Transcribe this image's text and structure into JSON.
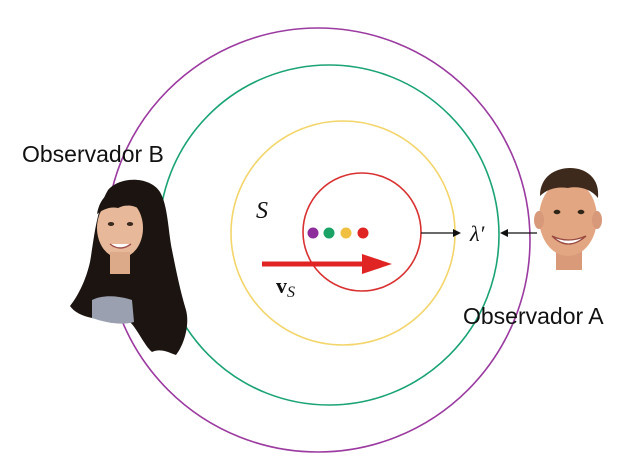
{
  "labels": {
    "observer_b": "Observador B",
    "observer_a": "Observador A",
    "source": "S",
    "wavelength": "λ′",
    "velocity_main": "v",
    "velocity_sub": "S"
  },
  "colors": {
    "outer_wave": "#9b3aa0",
    "second_wave": "#1aa374",
    "third_wave": "#f3d56a",
    "inner_wave": "#d93030",
    "velocity_arrow": "#e02424",
    "dot_purple": "#8e2c9c",
    "dot_green": "#1aa364",
    "dot_yellow": "#f0c040",
    "dot_red": "#e02424"
  },
  "icons": [
    "girl-face-photo",
    "boy-face-photo"
  ]
}
